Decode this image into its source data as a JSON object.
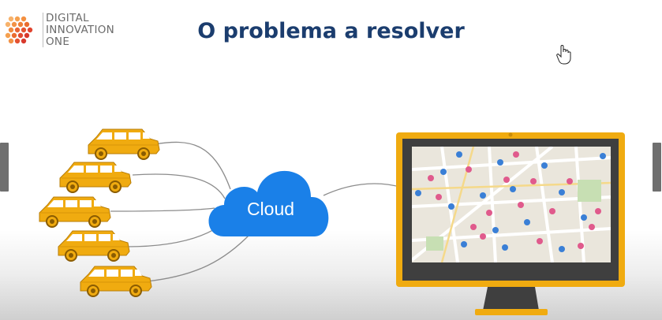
{
  "logo": {
    "line1": "DIGITAL",
    "line2": "INNOVATION",
    "line3": "ONE"
  },
  "title": "O problema a resolver",
  "cloud": {
    "label": "Cloud"
  },
  "colors": {
    "car": "#f0ab10",
    "cloud": "#1a80e8",
    "monitor": "#f0ab10",
    "screen_bezel": "#3f3f3f",
    "title": "#1b3d6e"
  },
  "icons": {
    "car": "car-icon",
    "cloud": "cloud-icon",
    "monitor": "monitor-icon",
    "map": "map-icon",
    "cursor": "hand-cursor-icon"
  }
}
